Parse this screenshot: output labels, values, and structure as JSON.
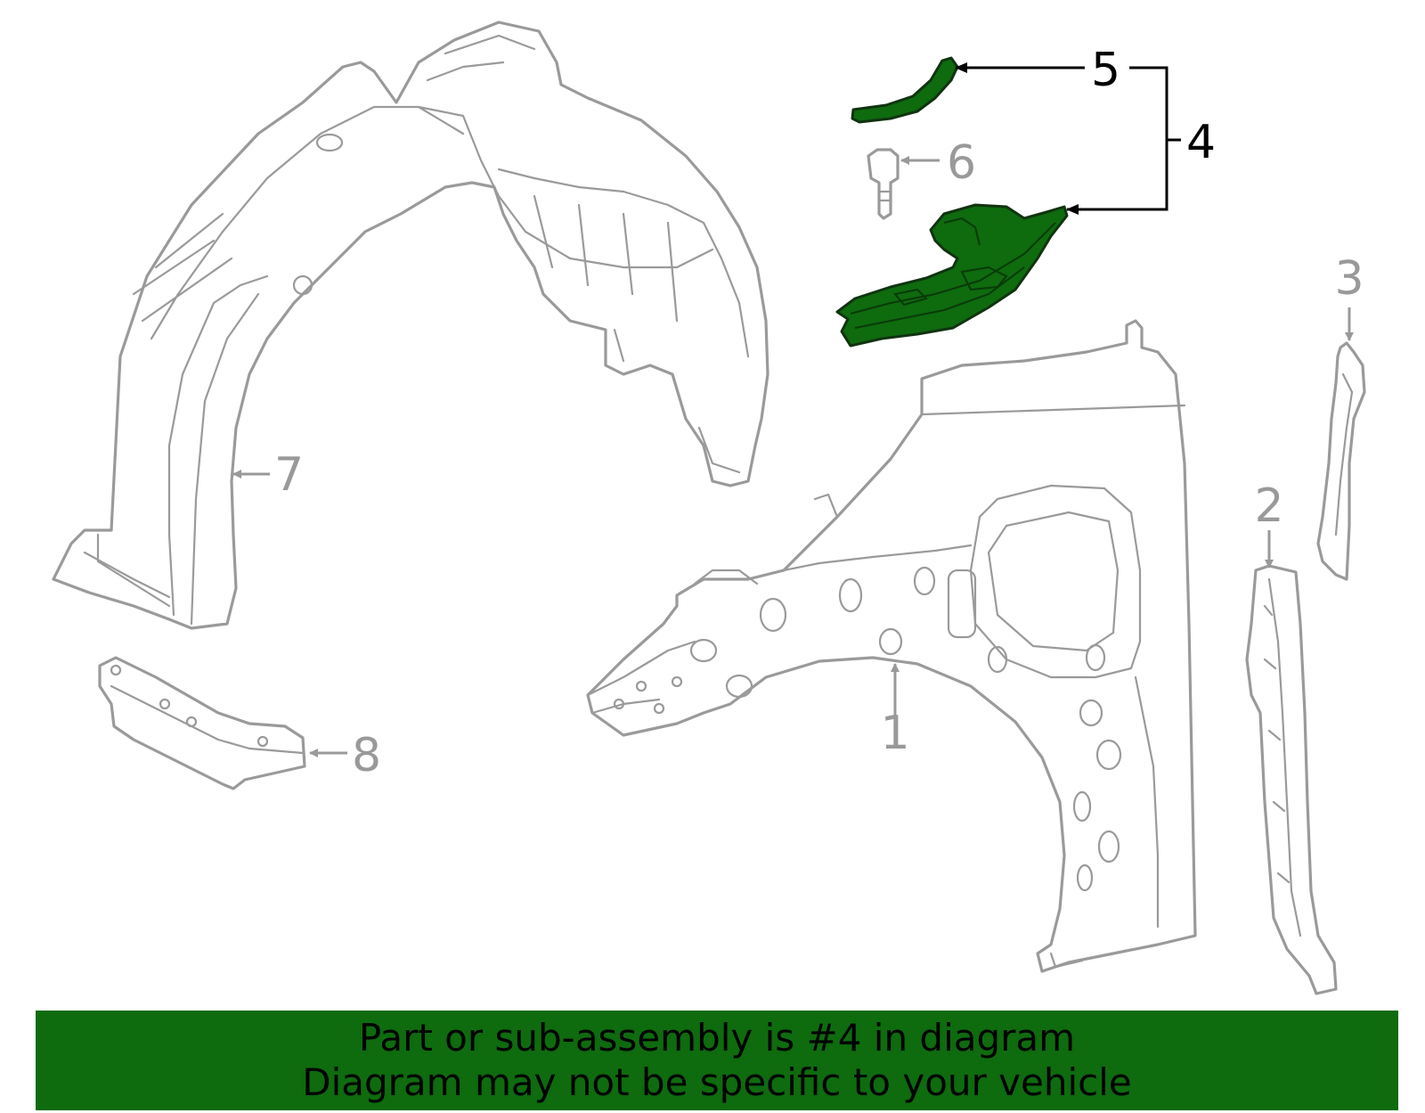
{
  "callouts": {
    "c1": "1",
    "c2": "2",
    "c3": "3",
    "c4": "4",
    "c5": "5",
    "c6": "6",
    "c7": "7",
    "c8": "8"
  },
  "banner": {
    "line1": "Part or sub-assembly is #4 in diagram",
    "line2": "Diagram may not be specific to your vehicle"
  },
  "colors": {
    "highlight": "#0e6b0e",
    "outline": "#9a9a9a",
    "banner": "#0e6b0e"
  }
}
